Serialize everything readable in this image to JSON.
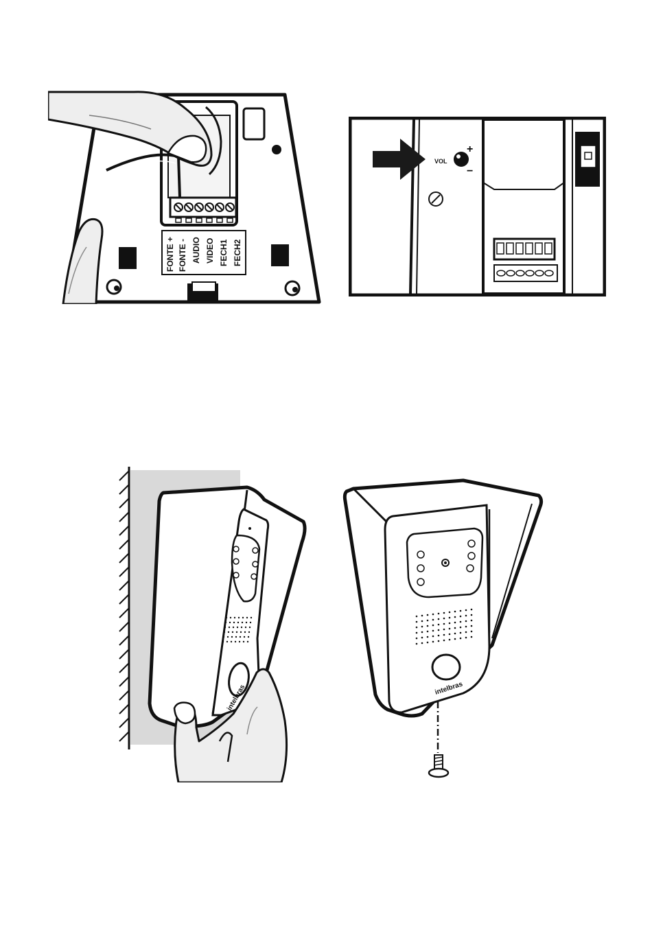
{
  "terminal_labels": [
    "FONTE +",
    "FONTE -",
    "AUDIO",
    "VIDEO",
    "FECH1",
    "FECH2"
  ],
  "volume": {
    "label": "VOL",
    "plus": "+",
    "minus": "−"
  },
  "brand": "intelbras",
  "colors": {
    "ink": "#111111",
    "wall_shade": "#d9d9d9",
    "skin": "#eeeeee",
    "arrow": "#1a1a1a"
  }
}
